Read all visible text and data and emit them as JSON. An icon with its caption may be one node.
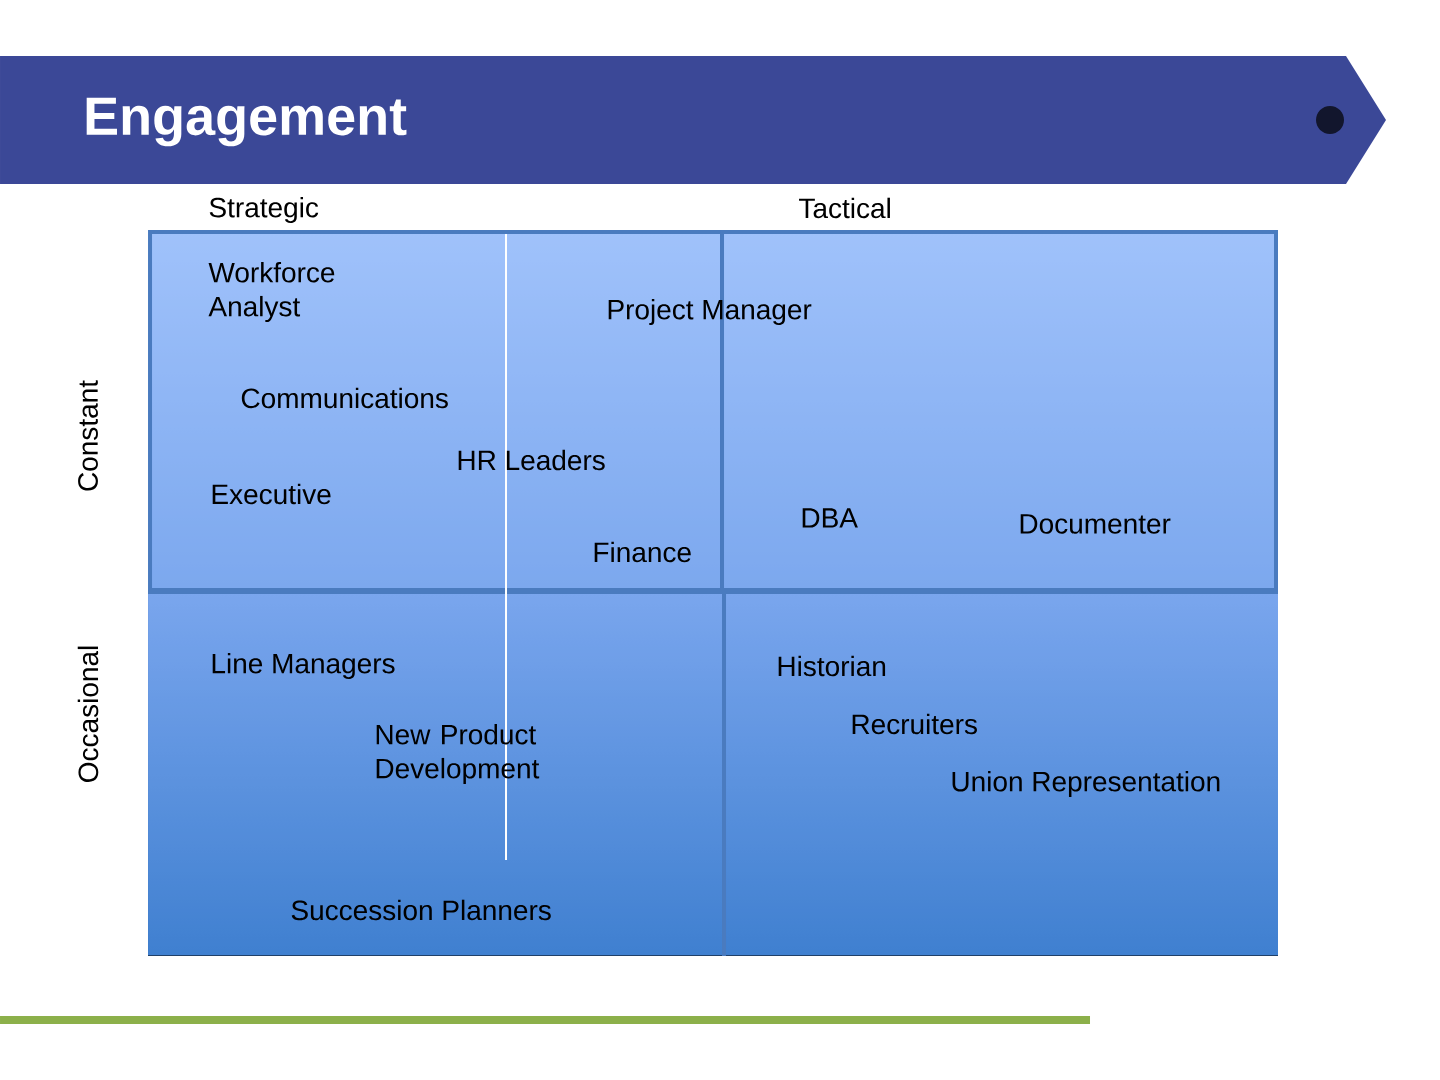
{
  "diagram": {
    "title": "Engagement",
    "labels": [
      "Strategic",
      "Tactical",
      "Workforce Analyst",
      "Project Manager",
      "Constant",
      "Communications",
      "HR Leaders",
      "Executive",
      "DBA",
      "Documenter",
      "Finance",
      "Occasional",
      "Line Managers",
      "Historian",
      "Recruiters",
      "New Product Development",
      "Union Representation",
      "Succession Planners"
    ]
  }
}
